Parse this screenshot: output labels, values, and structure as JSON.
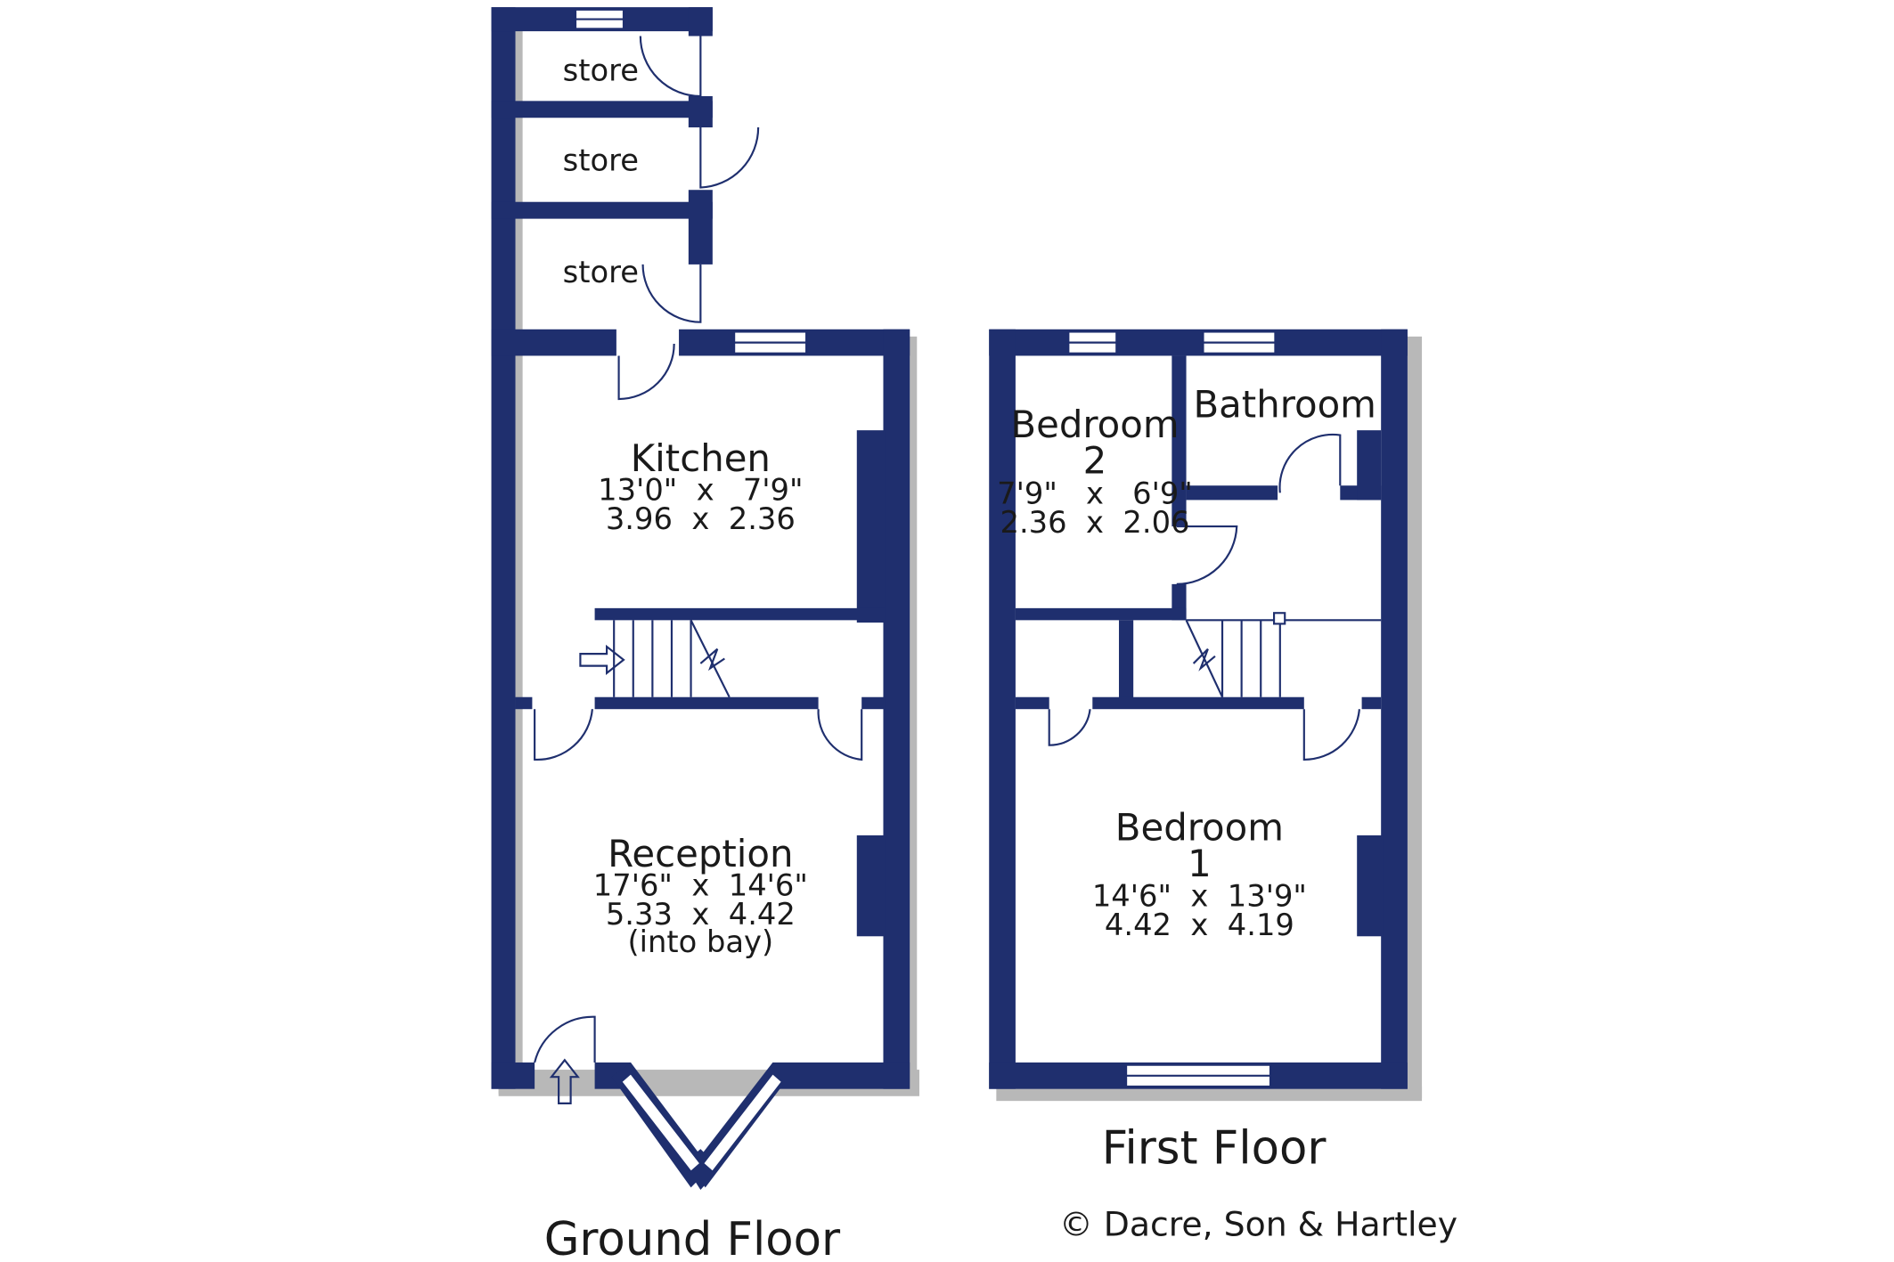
{
  "ground_floor": {
    "title": "Ground Floor",
    "stores": [
      "store",
      "store",
      "store"
    ],
    "kitchen": {
      "name": "Kitchen",
      "imperial": "13'0\"  x   7'9\"",
      "metric": "3.96  x  2.36"
    },
    "reception": {
      "name": "Reception",
      "imperial": "17'6\"  x  14'6\"",
      "metric": "5.33  x  4.42",
      "note": "(into bay)"
    }
  },
  "first_floor": {
    "title": "First Floor",
    "bedroom2": {
      "name_line1": "Bedroom",
      "name_line2": "2",
      "imperial": "7'9\"   x   6'9\"",
      "metric": "2.36  x  2.06"
    },
    "bathroom": {
      "name": "Bathroom"
    },
    "bedroom1": {
      "name_line1": "Bedroom",
      "name_line2": "1",
      "imperial": "14'6\"  x  13'9\"",
      "metric": "4.42  x  4.19"
    }
  },
  "copyright": "© Dacre, Son & Hartley",
  "colors": {
    "wall": "#1f2f6e",
    "shadow": "#b8b8b8",
    "background": "#ffffff"
  }
}
